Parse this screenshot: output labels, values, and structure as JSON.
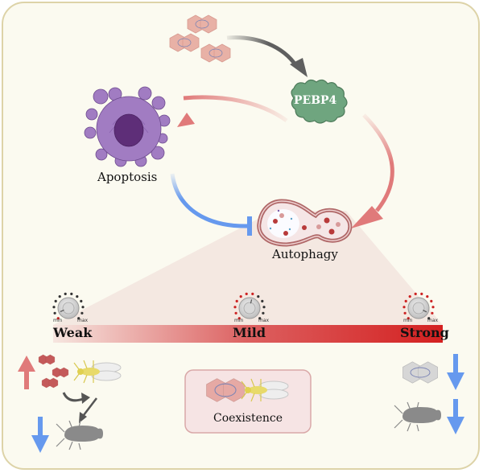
{
  "labels": {
    "pebp4": "PEBP4",
    "apoptosis": "Apoptosis",
    "autophagy": "Autophagy",
    "coexistence": "Coexistence"
  },
  "autophagy_levels": [
    {
      "label": "Weak",
      "active_fraction": 0.08
    },
    {
      "label": "Mild",
      "active_fraction": 0.55
    },
    {
      "label": "Strong",
      "active_fraction": 0.93
    }
  ],
  "knob_scale": {
    "min": "min",
    "max": "max"
  },
  "relations": [
    {
      "from": "virus",
      "to": "PEBP4",
      "type": "activation",
      "color": "#5f5f5f"
    },
    {
      "from": "PEBP4",
      "to": "Apoptosis",
      "type": "activation",
      "color": "#e07a7a"
    },
    {
      "from": "PEBP4",
      "to": "Autophagy",
      "type": "activation",
      "color": "#e07a7a"
    },
    {
      "from": "Apoptosis",
      "to": "Autophagy",
      "type": "inhibition",
      "color": "#6699ee"
    }
  ],
  "outcomes": {
    "weak": {
      "virus": "increase",
      "vector_insect": "decrease"
    },
    "mild": {
      "state": "Coexistence"
    },
    "strong": {
      "virus": "decrease",
      "vector_insect": "decrease"
    }
  },
  "colors": {
    "background": "#fbfaf0",
    "border": "#ddd3a8",
    "up_arrow": "#e07a7a",
    "down_arrow": "#6699ee",
    "gradient_start": "#f6e6e0",
    "gradient_end": "#d42020",
    "pebp4": "#6fa57f",
    "apoptotic_cell": "#a17cc2"
  }
}
